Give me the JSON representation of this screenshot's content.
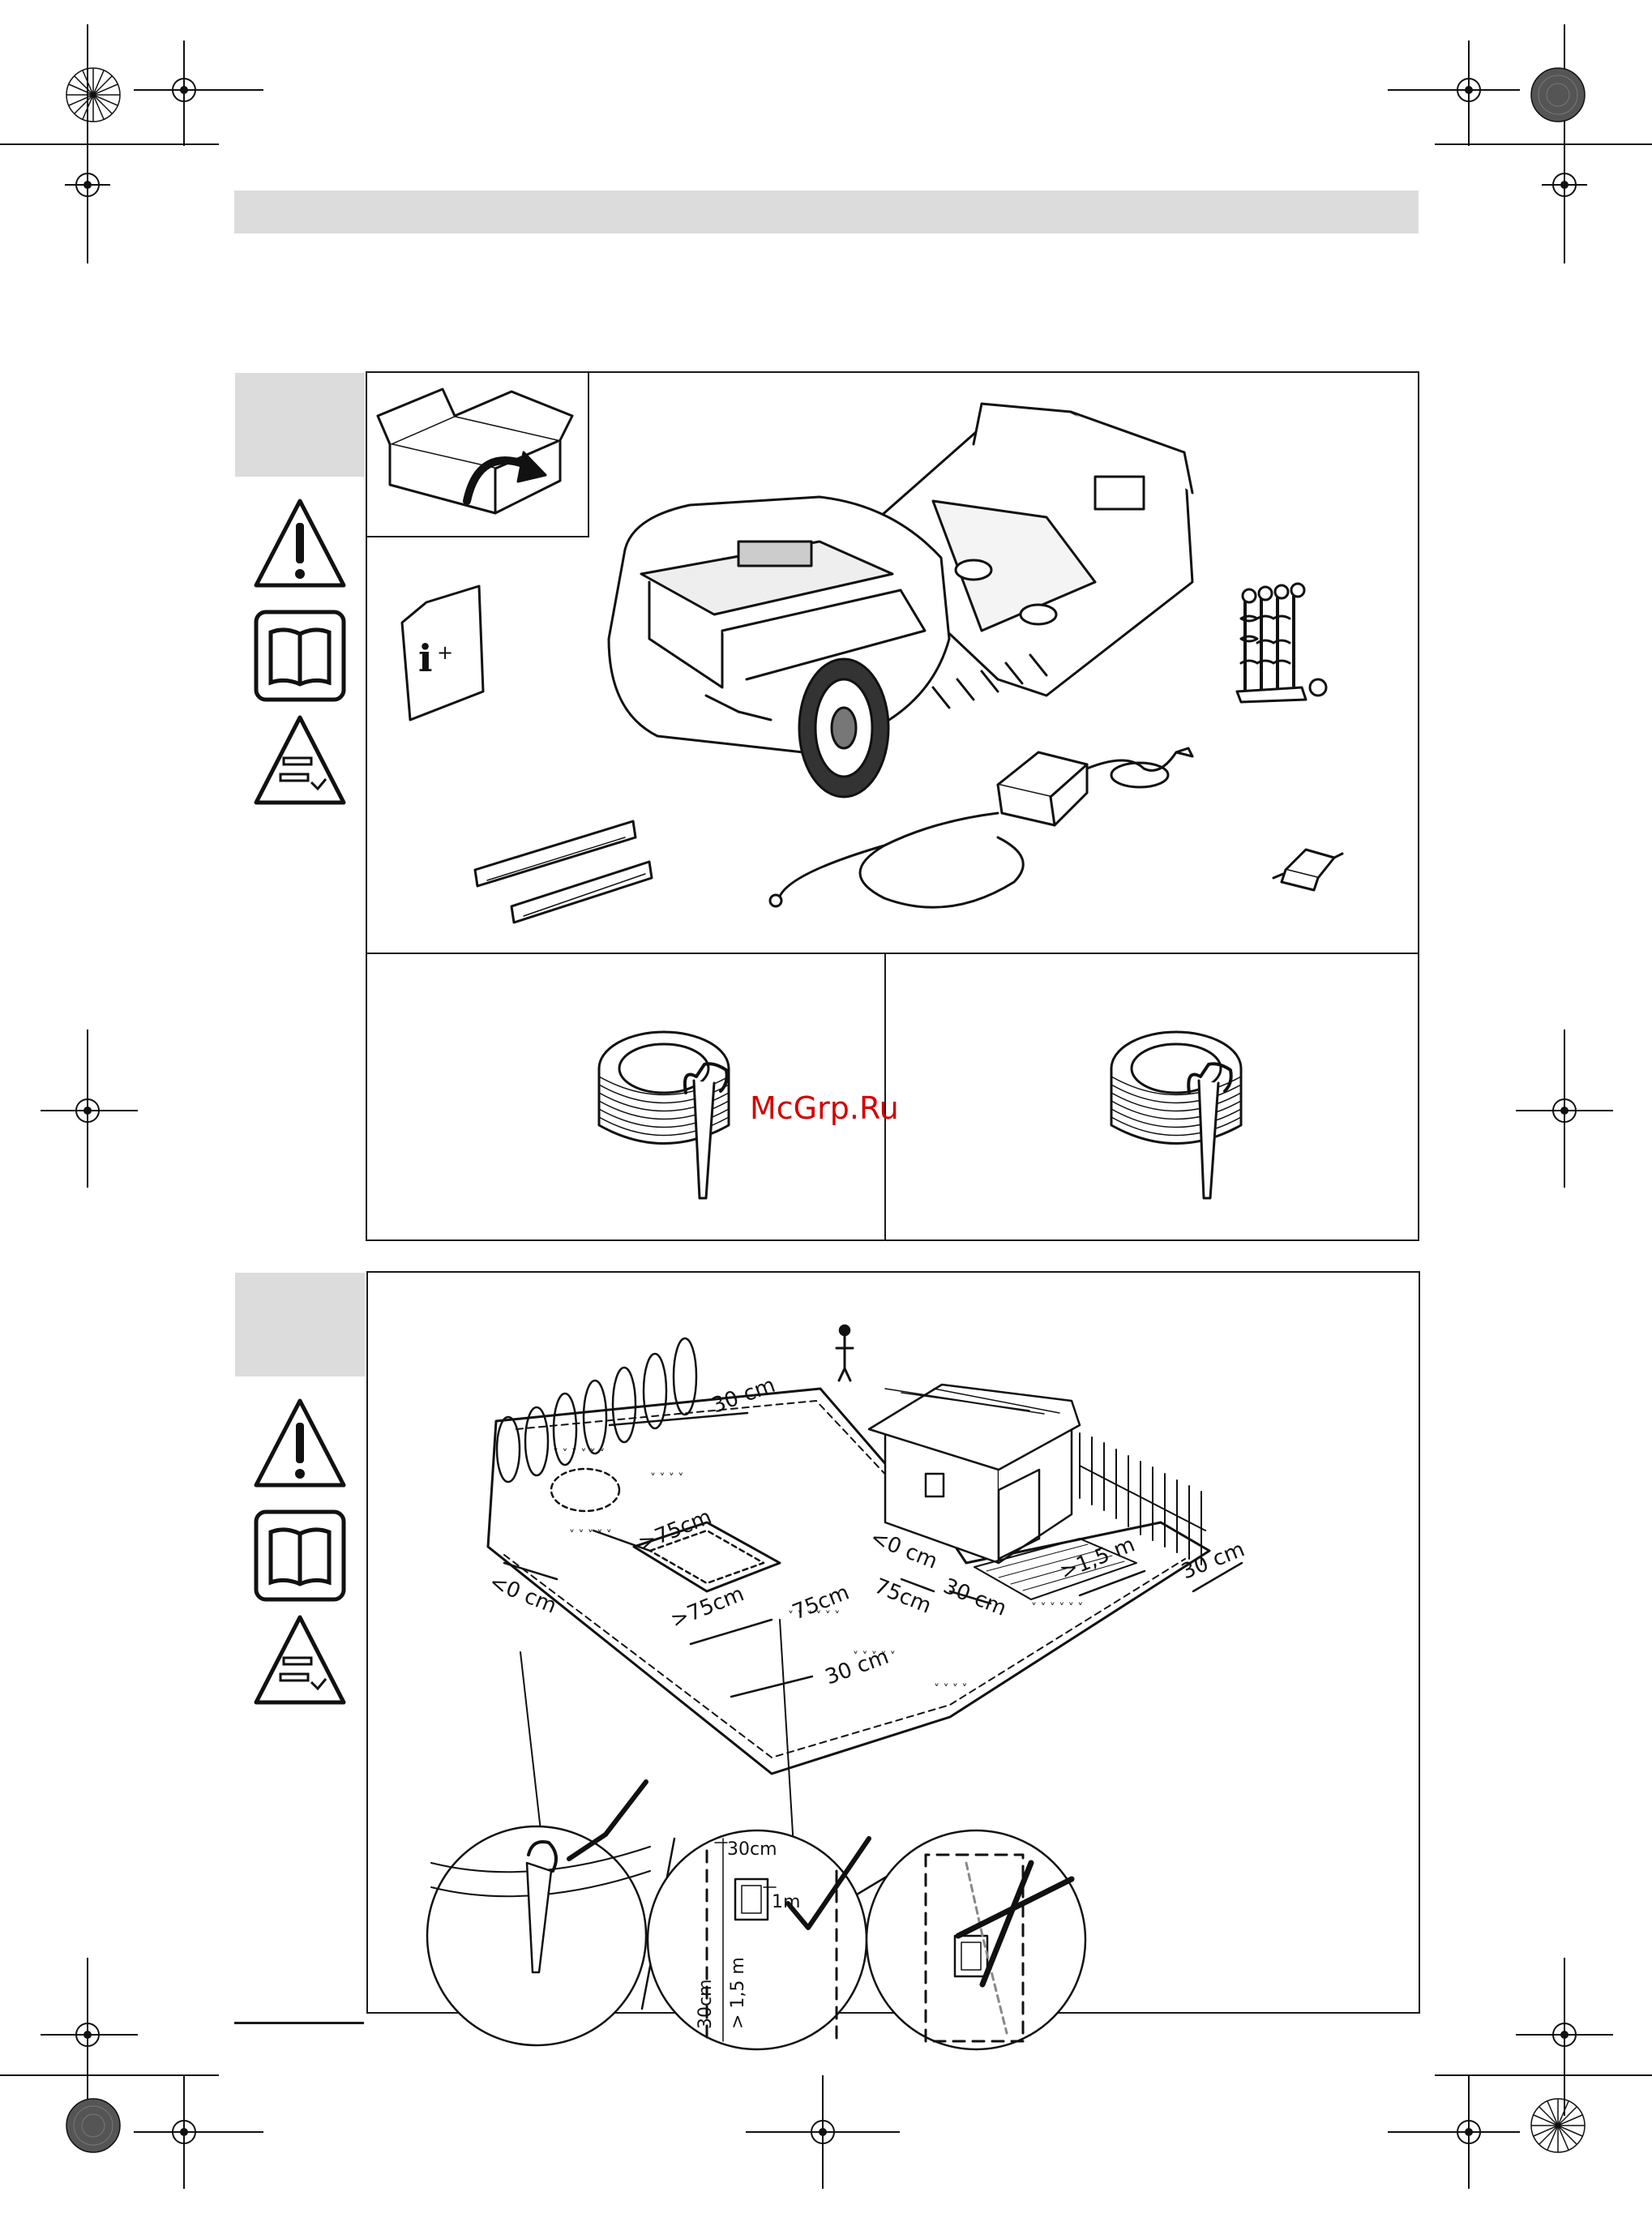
{
  "watermark": "McGrp.Ru",
  "figure2": {
    "labels": {
      "d30_top": "30 cm",
      "d75_a": ">75cm",
      "d0_left": "<0 cm",
      "d75_b": ">75cm",
      "d75_c": "75cm",
      "d75_d": "75cm",
      "d0_house": "<0 cm",
      "d30_house": "30 cm",
      "d30_bottom": "30 cm",
      "d15m": ">1,5 m",
      "d30_right": "30 cm"
    },
    "details": {
      "d30cm": "30cm",
      "d1m": "1m",
      "d30cm_v": "30cm",
      "d15m_v": "> 1,5 m"
    }
  }
}
